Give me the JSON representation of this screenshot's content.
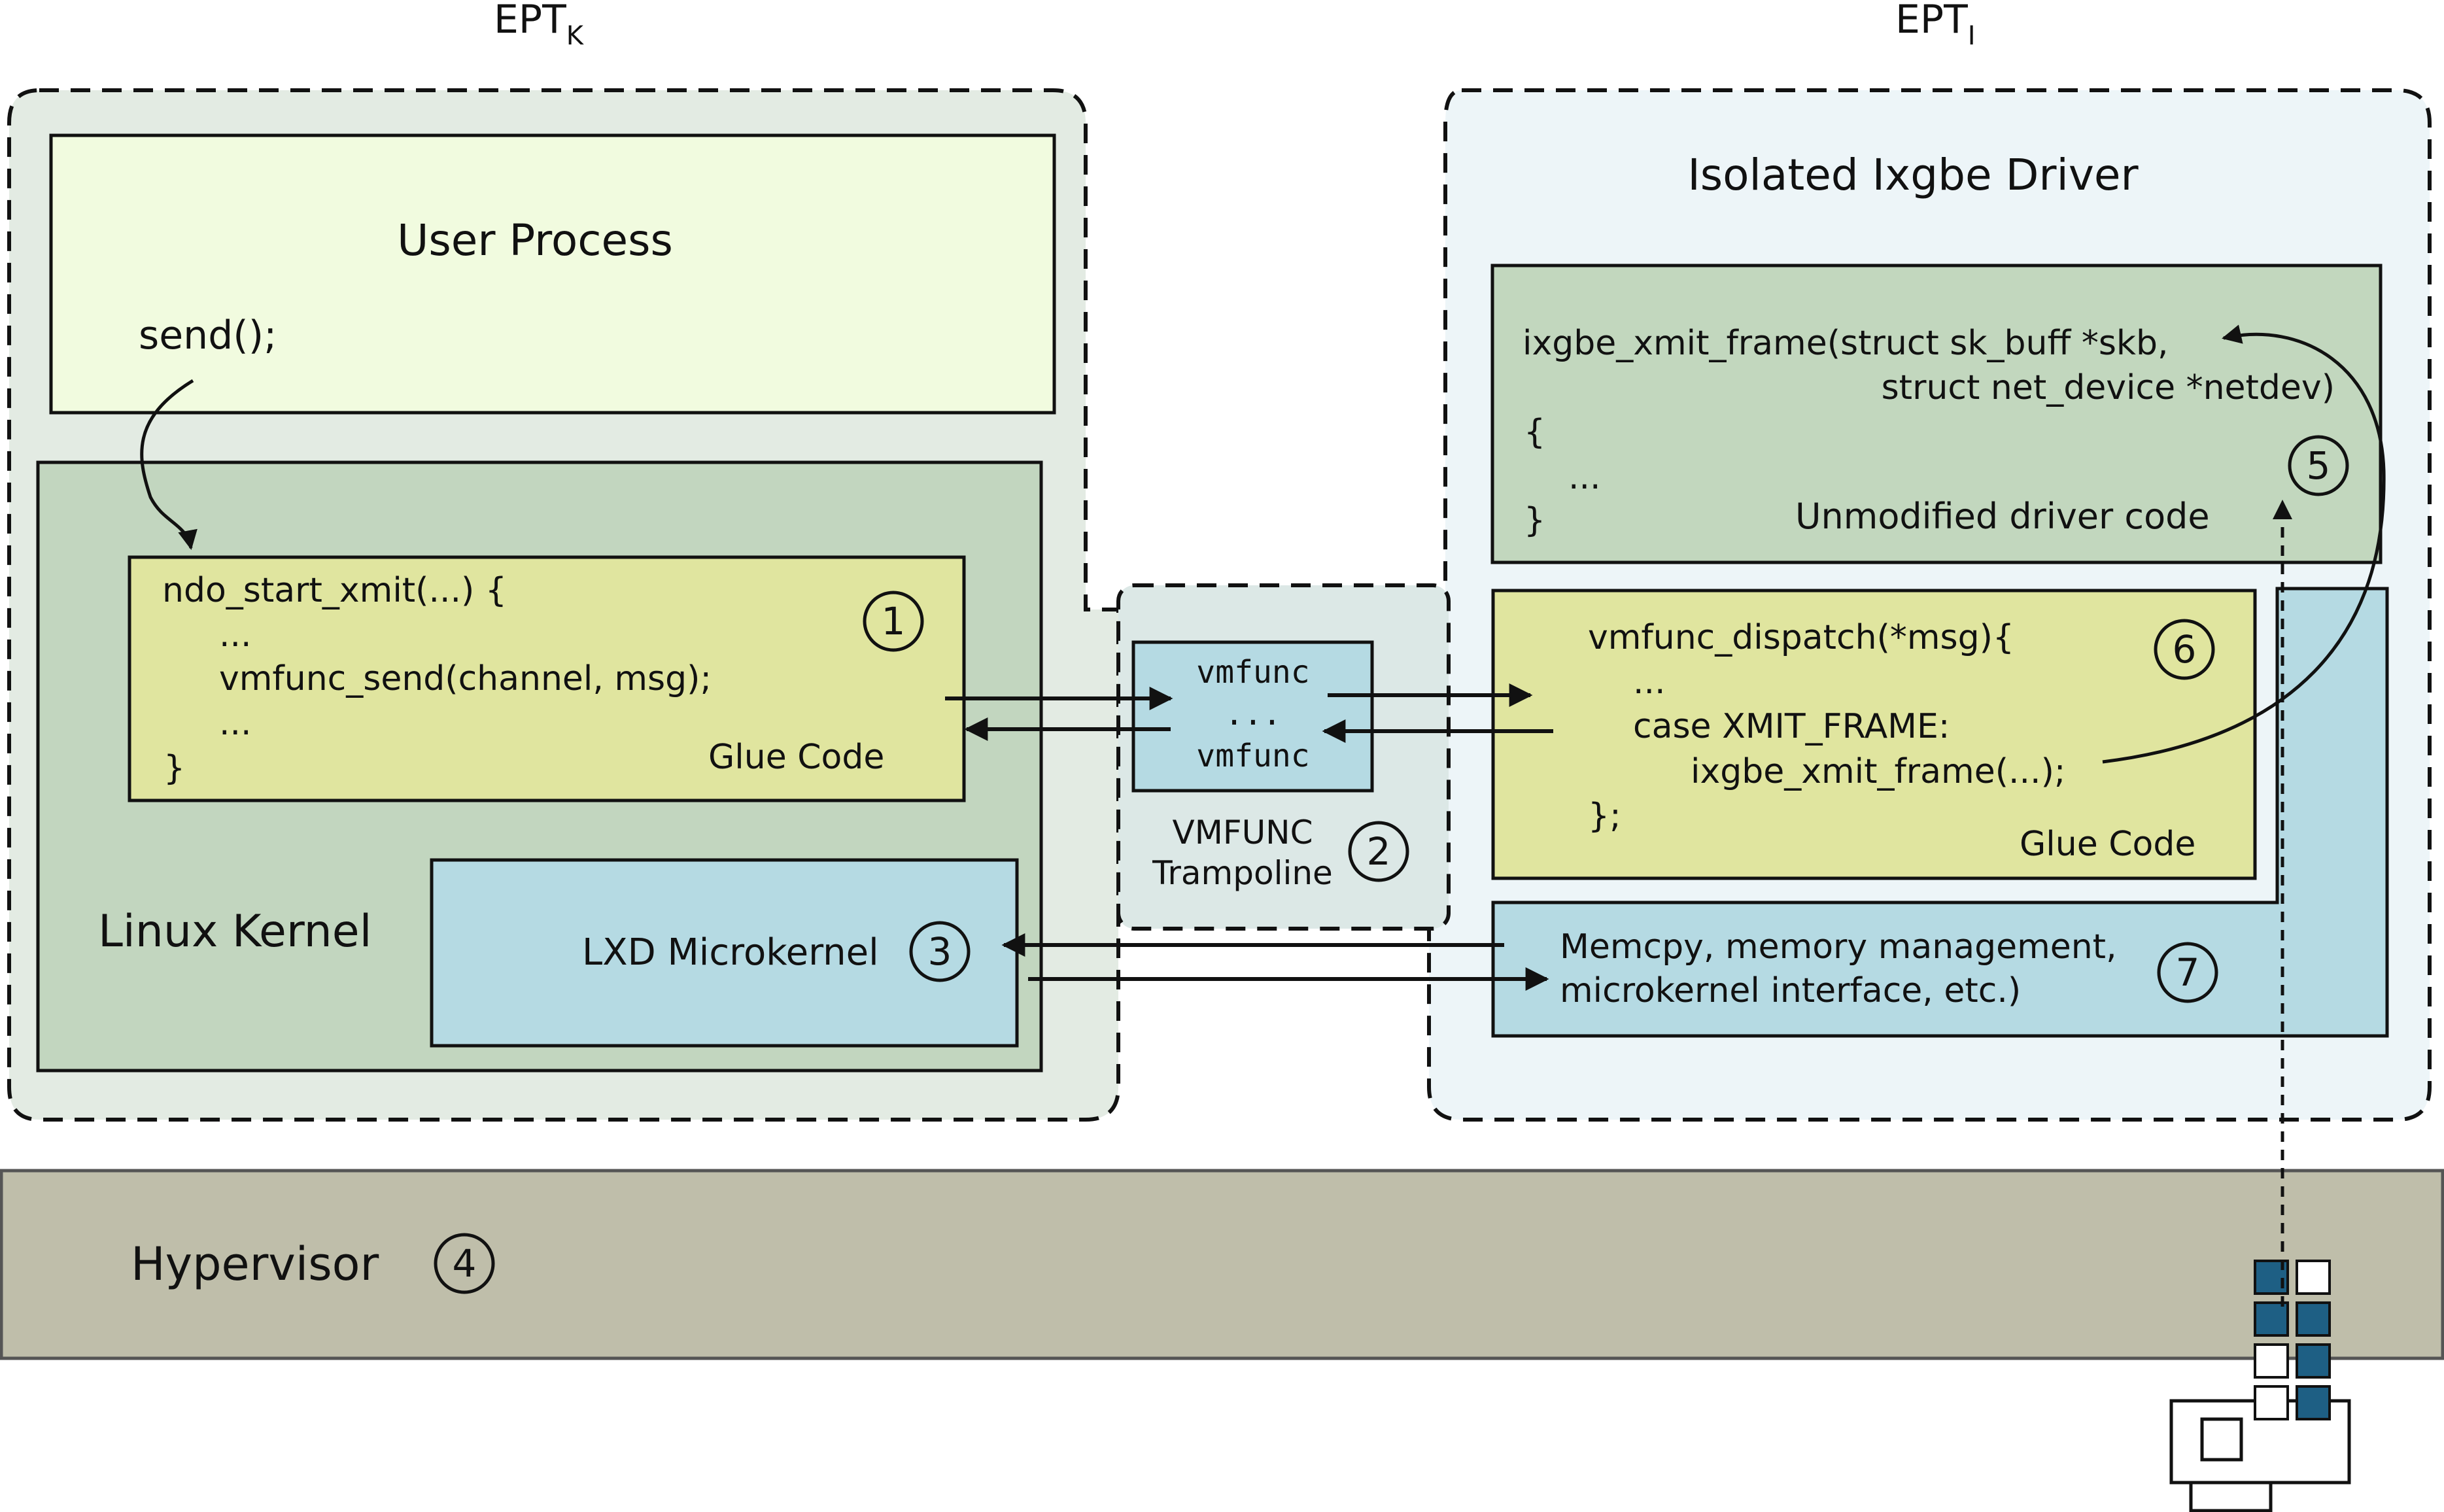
{
  "colors": {
    "ept_k_bg": "#e3ebe3",
    "ept_i_bg": "#edf5f8",
    "trampoline_bg": "#dce8e6",
    "user_process": "#f1fbdf",
    "linux_kernel": "#c2d6bf",
    "glue_code": "#e0e59f",
    "microkernel": "#b5dae3",
    "driver_code": "#c2d7be",
    "hypervisor": "#bfbeaa",
    "register_filled": "#1e5f84",
    "stroke": "#111111"
  },
  "labels": {
    "ept_k": "EPT",
    "ept_k_sub": "K",
    "ept_i": "EPT",
    "ept_i_sub": "I",
    "user_process": "User Process",
    "send_call": "send();",
    "linux_kernel": "Linux Kernel",
    "lxd_microkernel": "LXD Microkernel",
    "hypervisor": "Hypervisor",
    "isolated_driver": "Isolated Ixgbe Driver",
    "unmodified_driver": "Unmodified driver code",
    "vmfunc_trampoline_line1": "VMFUNC",
    "vmfunc_trampoline_line2": "Trampoline",
    "glue_code_kernel": "Glue Code",
    "glue_code_driver": "Glue Code"
  },
  "code": {
    "kernel_glue": [
      "ndo_start_xmit(...) {",
      "...",
      "vmfunc_send(channel, msg);",
      "...",
      "}"
    ],
    "trampoline": [
      "vmfunc",
      "...",
      "vmfunc"
    ],
    "driver_glue": [
      "vmfunc_dispatch(*msg){",
      "...",
      "case XMIT_FRAME:",
      "ixgbe_xmit_frame(...);",
      "};"
    ],
    "driver": [
      "ixgbe_xmit_frame(struct sk_buff *skb,",
      "struct net_device *netdev)",
      "{",
      "...",
      "}"
    ],
    "driver_support": [
      "Memcpy, memory management,",
      "microkernel interface, etc.)"
    ]
  },
  "steps": [
    "1",
    "2",
    "3",
    "4",
    "5",
    "6",
    "7"
  ],
  "register_grid": [
    [
      true,
      false
    ],
    [
      true,
      true
    ],
    [
      false,
      true
    ],
    [
      false,
      true
    ]
  ]
}
